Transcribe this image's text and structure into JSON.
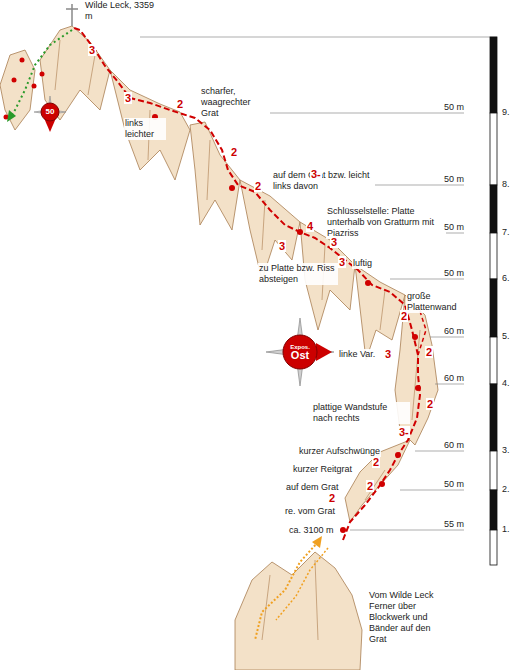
{
  "diagram": {
    "nodes": [
      {
        "text": [
          "50"
        ]
      },
      {
        "text": [
          "Expos.",
          "Ost"
        ]
      }
    ],
    "labels": [
      "Wilde Leck, 3359 m",
      "3",
      "scharfer, waagrechter Grat",
      "3",
      "links leichter",
      "2",
      "2",
      "auf dem Grat bzw. leicht links davon",
      "2",
      "3-",
      "Schlüsselstelle: Platte unterhalb von Gratturm mit Piazriss",
      "4",
      "3",
      "3",
      "zu Platte bzw. Riss absteigen",
      "3",
      "luftig",
      "große Plattenwand",
      "2",
      "linke Var.",
      "3",
      "2",
      "plattige Wandstufe nach rechts",
      "2",
      "3-",
      "kurzer Aufschwünge",
      "2",
      "kurzer Reitgrat",
      "2",
      "auf dem Grat",
      "2",
      "re. vom Grat",
      "ca. 3100 m",
      "Vom Wilde Leck Ferner über Blockwerk und Bänder auf den Grat",
      "50 m",
      "9.",
      "50 m",
      "8.",
      "50 m",
      "7.",
      "50 m",
      "6.",
      "60 m",
      "5.",
      "60 m",
      "4.",
      "60 m",
      "3.",
      "50 m",
      "2.",
      "55 m",
      "1."
    ]
  }
}
